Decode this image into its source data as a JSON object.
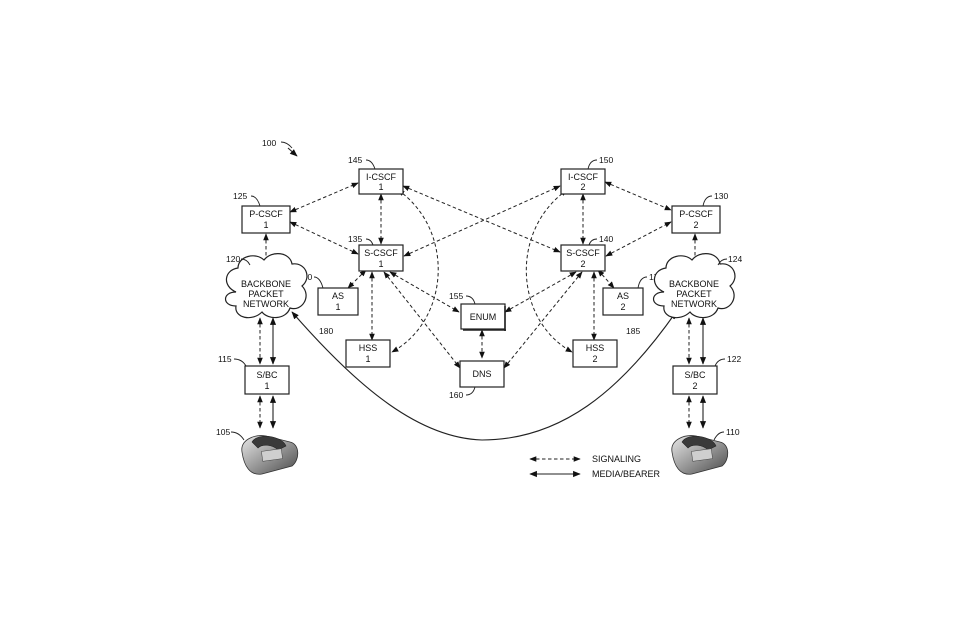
{
  "figure_ref": "100",
  "nodes": {
    "icscf1": {
      "ref": "145",
      "lines": [
        "I-CSCF",
        "1"
      ]
    },
    "icscf2": {
      "ref": "150",
      "lines": [
        "I-CSCF",
        "2"
      ]
    },
    "pcscf1": {
      "ref": "125",
      "lines": [
        "P-CSCF",
        "1"
      ]
    },
    "pcscf2": {
      "ref": "130",
      "lines": [
        "P-CSCF",
        "2"
      ]
    },
    "scscf1": {
      "ref": "135",
      "lines": [
        "S-CSCF",
        "1"
      ]
    },
    "scscf2": {
      "ref": "140",
      "lines": [
        "S-CSCF",
        "2"
      ]
    },
    "as1": {
      "ref": "170",
      "lines": [
        "AS",
        "1"
      ]
    },
    "as2": {
      "ref": "175",
      "lines": [
        "AS",
        "2"
      ]
    },
    "hss1": {
      "ref": "180",
      "lines": [
        "HSS",
        "1"
      ]
    },
    "hss2": {
      "ref": "185",
      "lines": [
        "HSS",
        "2"
      ]
    },
    "enum": {
      "ref": "155",
      "lines": [
        "ENUM"
      ]
    },
    "dns": {
      "ref": "160",
      "lines": [
        "DNS"
      ]
    },
    "sbc1": {
      "ref": "115",
      "lines": [
        "S/BC",
        "1"
      ]
    },
    "sbc2": {
      "ref": "122",
      "lines": [
        "S/BC",
        "2"
      ]
    },
    "network1": {
      "ref": "120",
      "lines": [
        "BACKBONE",
        "PACKET",
        "NETWORK"
      ]
    },
    "network2": {
      "ref": "124",
      "lines": [
        "BACKBONE",
        "PACKET",
        "NETWORK"
      ]
    },
    "phone1": {
      "ref": "105"
    },
    "phone2": {
      "ref": "110"
    }
  },
  "legend": {
    "signaling": "SIGNALING",
    "media": "MEDIA/BEARER"
  }
}
